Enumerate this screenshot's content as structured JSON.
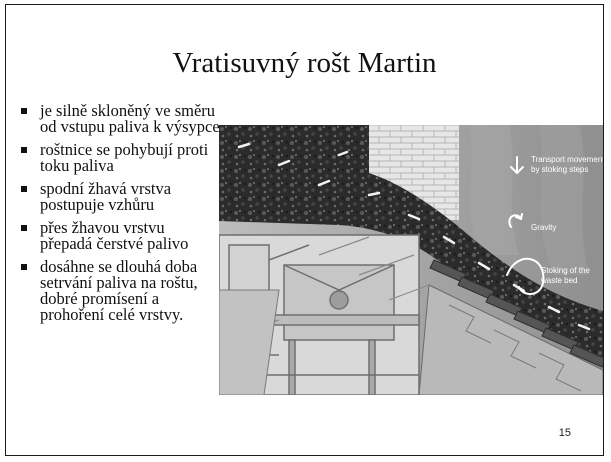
{
  "slide": {
    "title": "Vratisuvný rošt Martin",
    "page_number": "15"
  },
  "bullets": [
    "je silně skloněný ve směru od vstupu paliva k výsypce",
    "roštnice se pohybují proti toku paliva",
    "spodní žhavá vrstva postupuje vzhůru",
    "přes žhavou vrstvu přepadá čerstvé palivo",
    "dosáhne se dlouhá doba setrvání paliva na roštu, dobré promísení a prohoření celé vrstvy."
  ],
  "figure": {
    "labels": {
      "transport": [
        "Transport movement",
        "by stoking steps"
      ],
      "gravity": "Gravity",
      "stoking": [
        "Stoking of the",
        "waste bed"
      ]
    }
  }
}
